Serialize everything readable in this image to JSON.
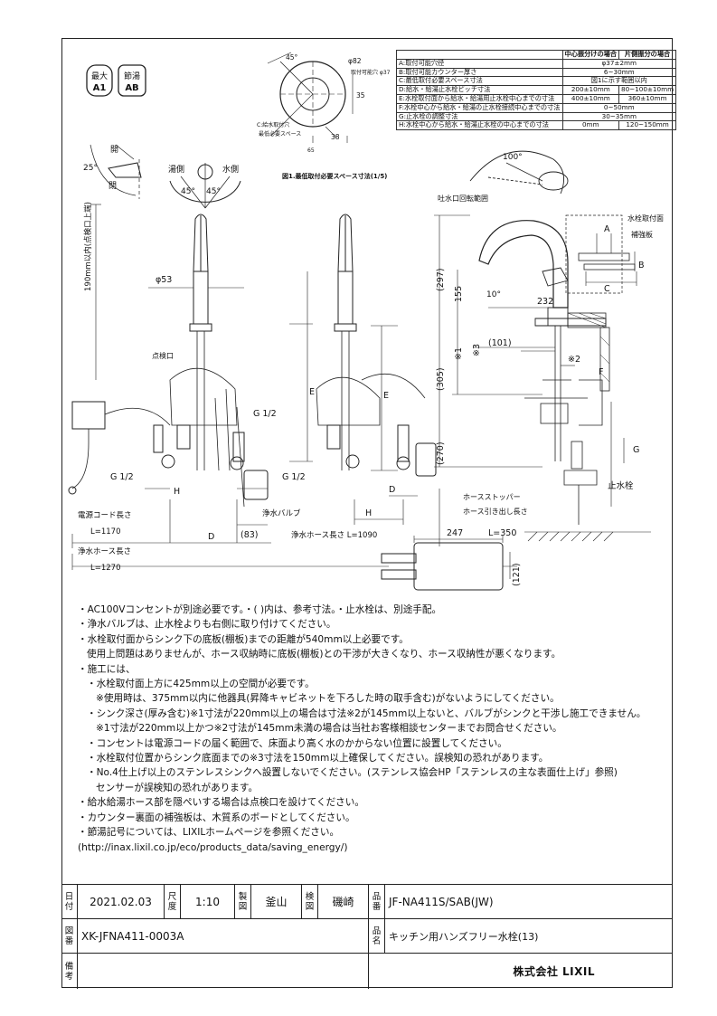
{
  "drawing": {
    "badges": [
      "最大\nA1",
      "節湯\nAB"
    ],
    "labels": {
      "yu_side": "湯側",
      "mizu_side": "水側",
      "angle_45_left": "45°",
      "angle_45_right": "45°",
      "angle_25": "25°",
      "open_label": "開",
      "close_label": "閉",
      "hole_note_1": "C:給水取付穴",
      "hole_note_2": "最低必要スペース",
      "hole_dim_45": "45°",
      "hole_dim_82": "φ82",
      "hole_dim_37": "取付可能穴 φ37",
      "hole_dim_35": "35",
      "hole_dim_38": "38",
      "hole_dim_65": "65",
      "hole_caption": "図1.最低取付必要スペース寸法(1/5)",
      "spout_range_caption": "吐水口回転範囲",
      "angle_100": "100°",
      "height_190": "190mm以内(点検口上端)",
      "dia_53": "φ53",
      "inspection": "点検口",
      "g12_a": "G 1/2",
      "g12_b": "G 1/2",
      "g12_c": "G 1/2",
      "dim_h_a": "H",
      "dim_h_b": "H",
      "dim_d_a": "D",
      "dim_d_b": "D",
      "dim_e_a": "E",
      "dim_e_b": "E",
      "dim_83": "(83)",
      "power_cord": "電源コード長さ",
      "power_cord_len": "L=1170",
      "water_hose": "浄水ホース長さ",
      "water_hose_len": "L=1270",
      "water_valve": "浄水バルブ",
      "water_hose2": "浄水ホース長さ L=1090",
      "dim_297": "(297)",
      "dim_155": "155",
      "dim_10": "10°",
      "dim_232": "232",
      "dim_101": "(101)",
      "dim_305": "(305)",
      "mark_1": "※1",
      "mark_3": "※3",
      "mark_2": "※2",
      "dim_f": "F",
      "dim_270": "(270)",
      "dim_g": "G",
      "hose_stopper": "ホースストッパー",
      "hose_pull": "ホース引き出し長さ",
      "hose_pull_len": "L=350",
      "dim_247": "247",
      "dim_121": "(121)",
      "stop_valve": "止水栓",
      "mount_face": "水栓取付面",
      "reinforce": "補強板",
      "dim_a": "A",
      "dim_b": "B",
      "dim_c": "C"
    }
  },
  "spec_table": {
    "headers": [
      "",
      "中心振分けの場合",
      "片側振分の場合"
    ],
    "rows": [
      [
        "A:取付可能穴径",
        "φ37±2mm",
        ""
      ],
      [
        "B:取付可能カウンター厚さ",
        "6~30mm",
        ""
      ],
      [
        "C:最低取付必要スペース寸法",
        "図1に示す範囲以内",
        ""
      ],
      [
        "D:給水・給湯止水栓ピッチ寸法",
        "200±10mm",
        "80~100±10mm"
      ],
      [
        "E:水栓取付面から給水・給湯用止水栓中心までの寸法",
        "400±10mm",
        "360±10mm"
      ],
      [
        "F:水栓中心から給水・給湯の止水栓接続中心までの寸法",
        "0~50mm",
        ""
      ],
      [
        "G:止水栓の調整寸法",
        "30~35mm",
        ""
      ],
      [
        "H:水栓中心から給水・給湯止水栓の中心までの寸法",
        "0mm",
        "120~150mm"
      ]
    ]
  },
  "notes": [
    "・AC100Vコンセントが別途必要です。・( )内は、参考寸法。・止水栓は、別途手配。",
    "・浄水バルブは、止水栓よりも右側に取り付けてください。",
    "・水栓取付面からシンク下の底板(棚板)までの距離が540mm以上必要です。",
    "使用上問題はありませんが、ホース収納時に底板(棚板)との干渉が大きくなり、ホース収納性が悪くなります。",
    "・施工には、",
    "・水栓取付面上方に425mm以上の空間が必要です。",
    "※使用時は、375mm以内に他器具(昇降キャビネットを下ろした時の取手含む)がないようにしてください。",
    "・シンク深さ(厚み含む)※1寸法が220mm以上の場合は寸法※2が145mm以上ないと、バルブがシンクと干渉し施工できません。",
    "※1寸法が220mm以上かつ※2寸法が145mm未満の場合は当社お客様相談センターまでお問合せください。",
    "・コンセントは電源コードの届く範囲で、床面より高く水のかからない位置に設置してください。",
    "・水栓取付位置からシンク底面までの※3寸法を150mm以上確保してください。誤検知の恐れがあります。",
    "・No.4仕上げ以上のステンレスシンクへ設置しないでください。(ステンレス協会HP「ステンレスの主な表面仕上げ」参照)",
    "センサーが誤検知の恐れがあります。",
    "・給水給湯ホース部を隠ぺいする場合は点検口を設けてください。",
    "・カウンター裏面の補強板は、木質系のボードとしてください。",
    "・節湯記号については、LIXILホームページを参照ください。",
    "(http://inax.lixil.co.jp/eco/products_data/saving_energy/)"
  ],
  "title_block": {
    "date_label": "日\n付",
    "date": "2021.02.03",
    "scale_label": "尺\n度",
    "scale": "1:10",
    "drawn_label": "製\n図",
    "drawn_by": "釜山",
    "checked_label": "検\n図",
    "checked_by": "磯崎",
    "part_no_label": "品\n番",
    "part_no": "JF-NA411S/SAB(JW)",
    "drawing_no_label": "図\n番",
    "drawing_no": "XK-JFNA411-0003A",
    "name_label": "品\n名",
    "name": "キッチン用ハンズフリー水栓(13)",
    "remarks_label": "備\n考",
    "company": "株式会社 LIXIL"
  }
}
